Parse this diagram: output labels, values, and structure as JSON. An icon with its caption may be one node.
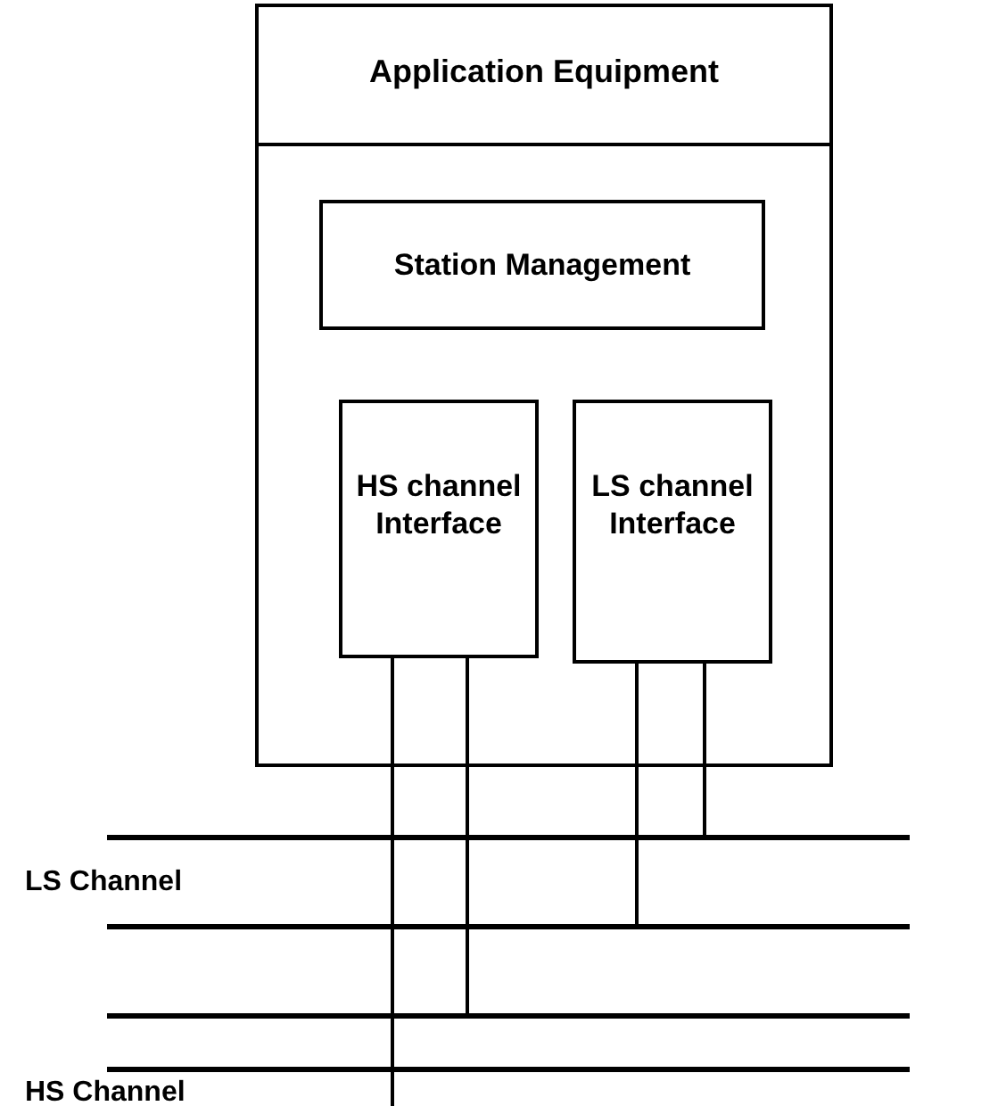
{
  "diagram": {
    "nodes": [
      {
        "text": [
          "Application Equipment"
        ]
      },
      {
        "text": [
          "Station Management"
        ],
        "in": 0
      },
      {
        "text": [
          "HS channel Interface"
        ],
        "in": 0
      },
      {
        "text": [
          "LS channel Interface"
        ],
        "in": 0
      },
      {
        "text": [],
        "shape": "bar"
      },
      {
        "text": [],
        "shape": "bar"
      },
      {
        "text": [],
        "shape": "bar"
      },
      {
        "text": [],
        "shape": "bar"
      }
    ],
    "edges": [
      {
        "from": 3,
        "to": 4,
        "arrow": "none"
      },
      {
        "from": 3,
        "to": 5,
        "arrow": "none"
      },
      {
        "from": 2,
        "to": 6,
        "arrow": "none"
      },
      {
        "from": 2,
        "to": 7,
        "arrow": "none"
      }
    ],
    "labels": [
      "LS Channel",
      "HS Channel"
    ]
  }
}
